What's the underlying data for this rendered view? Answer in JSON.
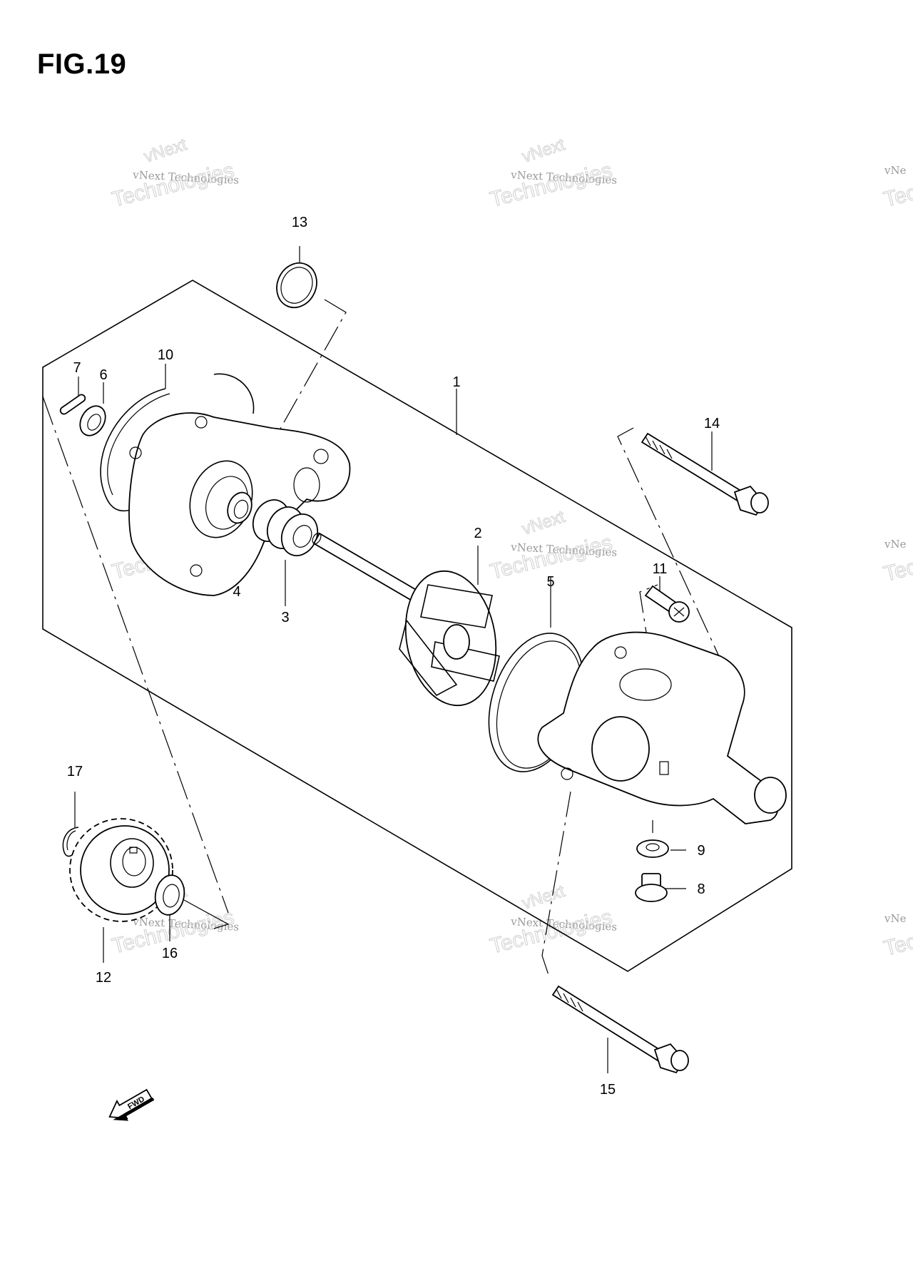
{
  "figure": {
    "title": "FIG.19"
  },
  "callouts": [
    "1",
    "2",
    "3",
    "4",
    "5",
    "6",
    "7",
    "8",
    "9",
    "10",
    "11",
    "12",
    "13",
    "14",
    "15",
    "16",
    "17"
  ],
  "watermark": {
    "line1": "vNext Technologies",
    "line2": "vNext",
    "line3": "Technologies",
    "cut1": "vNe",
    "cut2": "Tec"
  },
  "fwd_label": "FWD"
}
